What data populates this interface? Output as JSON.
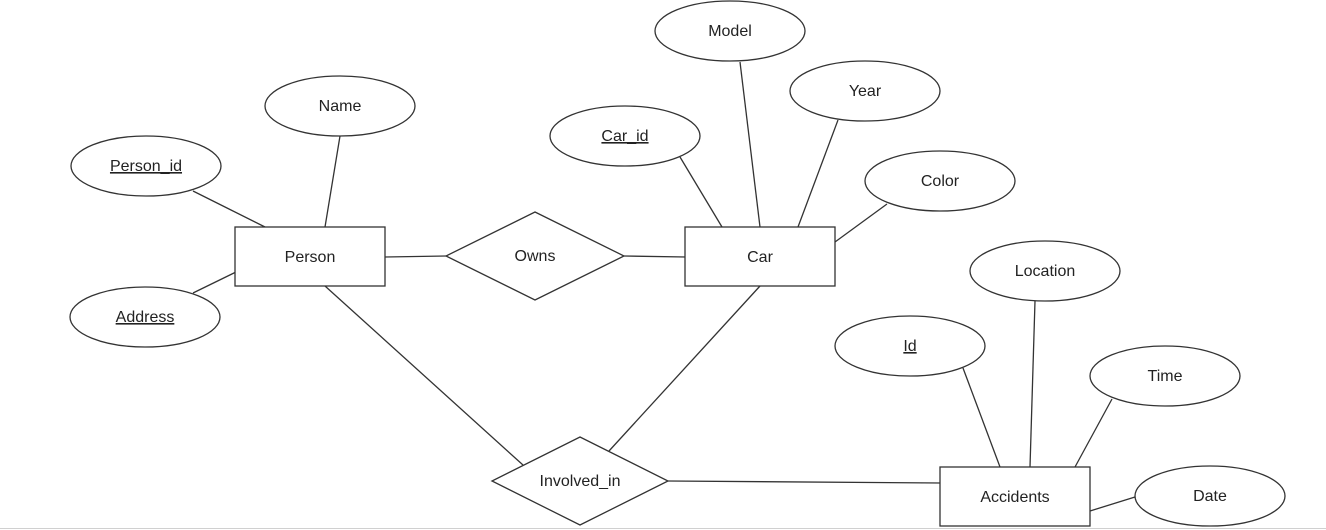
{
  "entities": {
    "person": "Person",
    "car": "Car",
    "accidents": "Accidents"
  },
  "relationships": {
    "owns": "Owns",
    "involved_in": "Involved_in"
  },
  "attributes": {
    "person_id": "Person_id",
    "name": "Name",
    "address": "Address",
    "car_id": "Car_id",
    "model": "Model",
    "year": "Year",
    "color": "Color",
    "location": "Location",
    "id": "Id",
    "time": "Time",
    "date": "Date"
  },
  "key_attributes": [
    "person_id",
    "address",
    "car_id",
    "id"
  ],
  "colors": {
    "stroke": "#333333",
    "background": "#ffffff",
    "text": "#222222"
  }
}
